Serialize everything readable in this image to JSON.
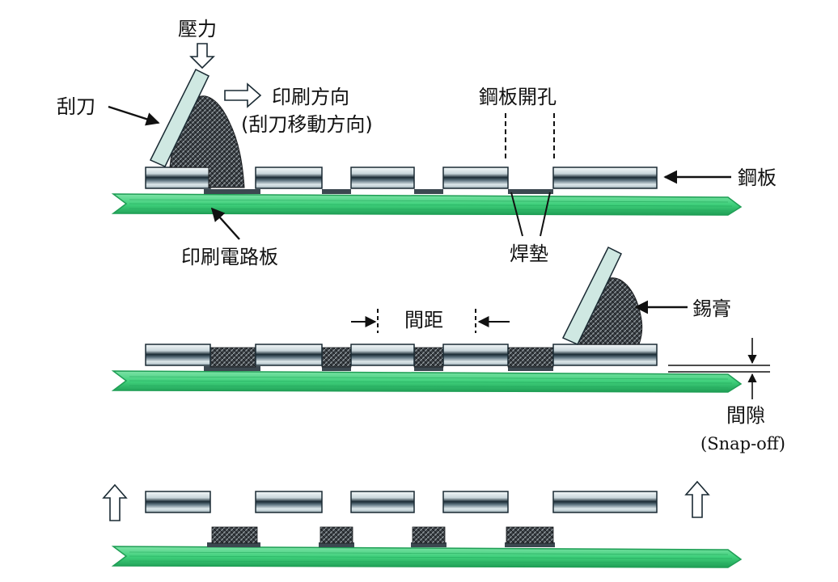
{
  "labels": {
    "pressure": "壓力",
    "squeegee": "刮刀",
    "print_direction": "印刷方向",
    "print_direction_note": "(刮刀移動方向)",
    "stencil_aperture": "鋼板開孔",
    "stencil": "鋼板",
    "pcb": "印刷電路板",
    "pad": "焊墊",
    "pitch": "間距",
    "solder_paste": "錫膏",
    "gap": "間隙",
    "snap_off": "(Snap-off)"
  },
  "colors": {
    "pcb_green": "#3ecf7a",
    "pcb_dark": "#1f9e55",
    "stencil_dark": "#1a2a33",
    "stencil_light": "#e8f0f2",
    "paste_dark": "#2b2f33",
    "squeegee": "#cfe8e2",
    "background": "#ffffff"
  },
  "icons": {
    "pressure_arrow": "hollow-down-arrow",
    "direction_arrow": "hollow-right-arrow",
    "lift_arrow": "hollow-up-arrow"
  }
}
